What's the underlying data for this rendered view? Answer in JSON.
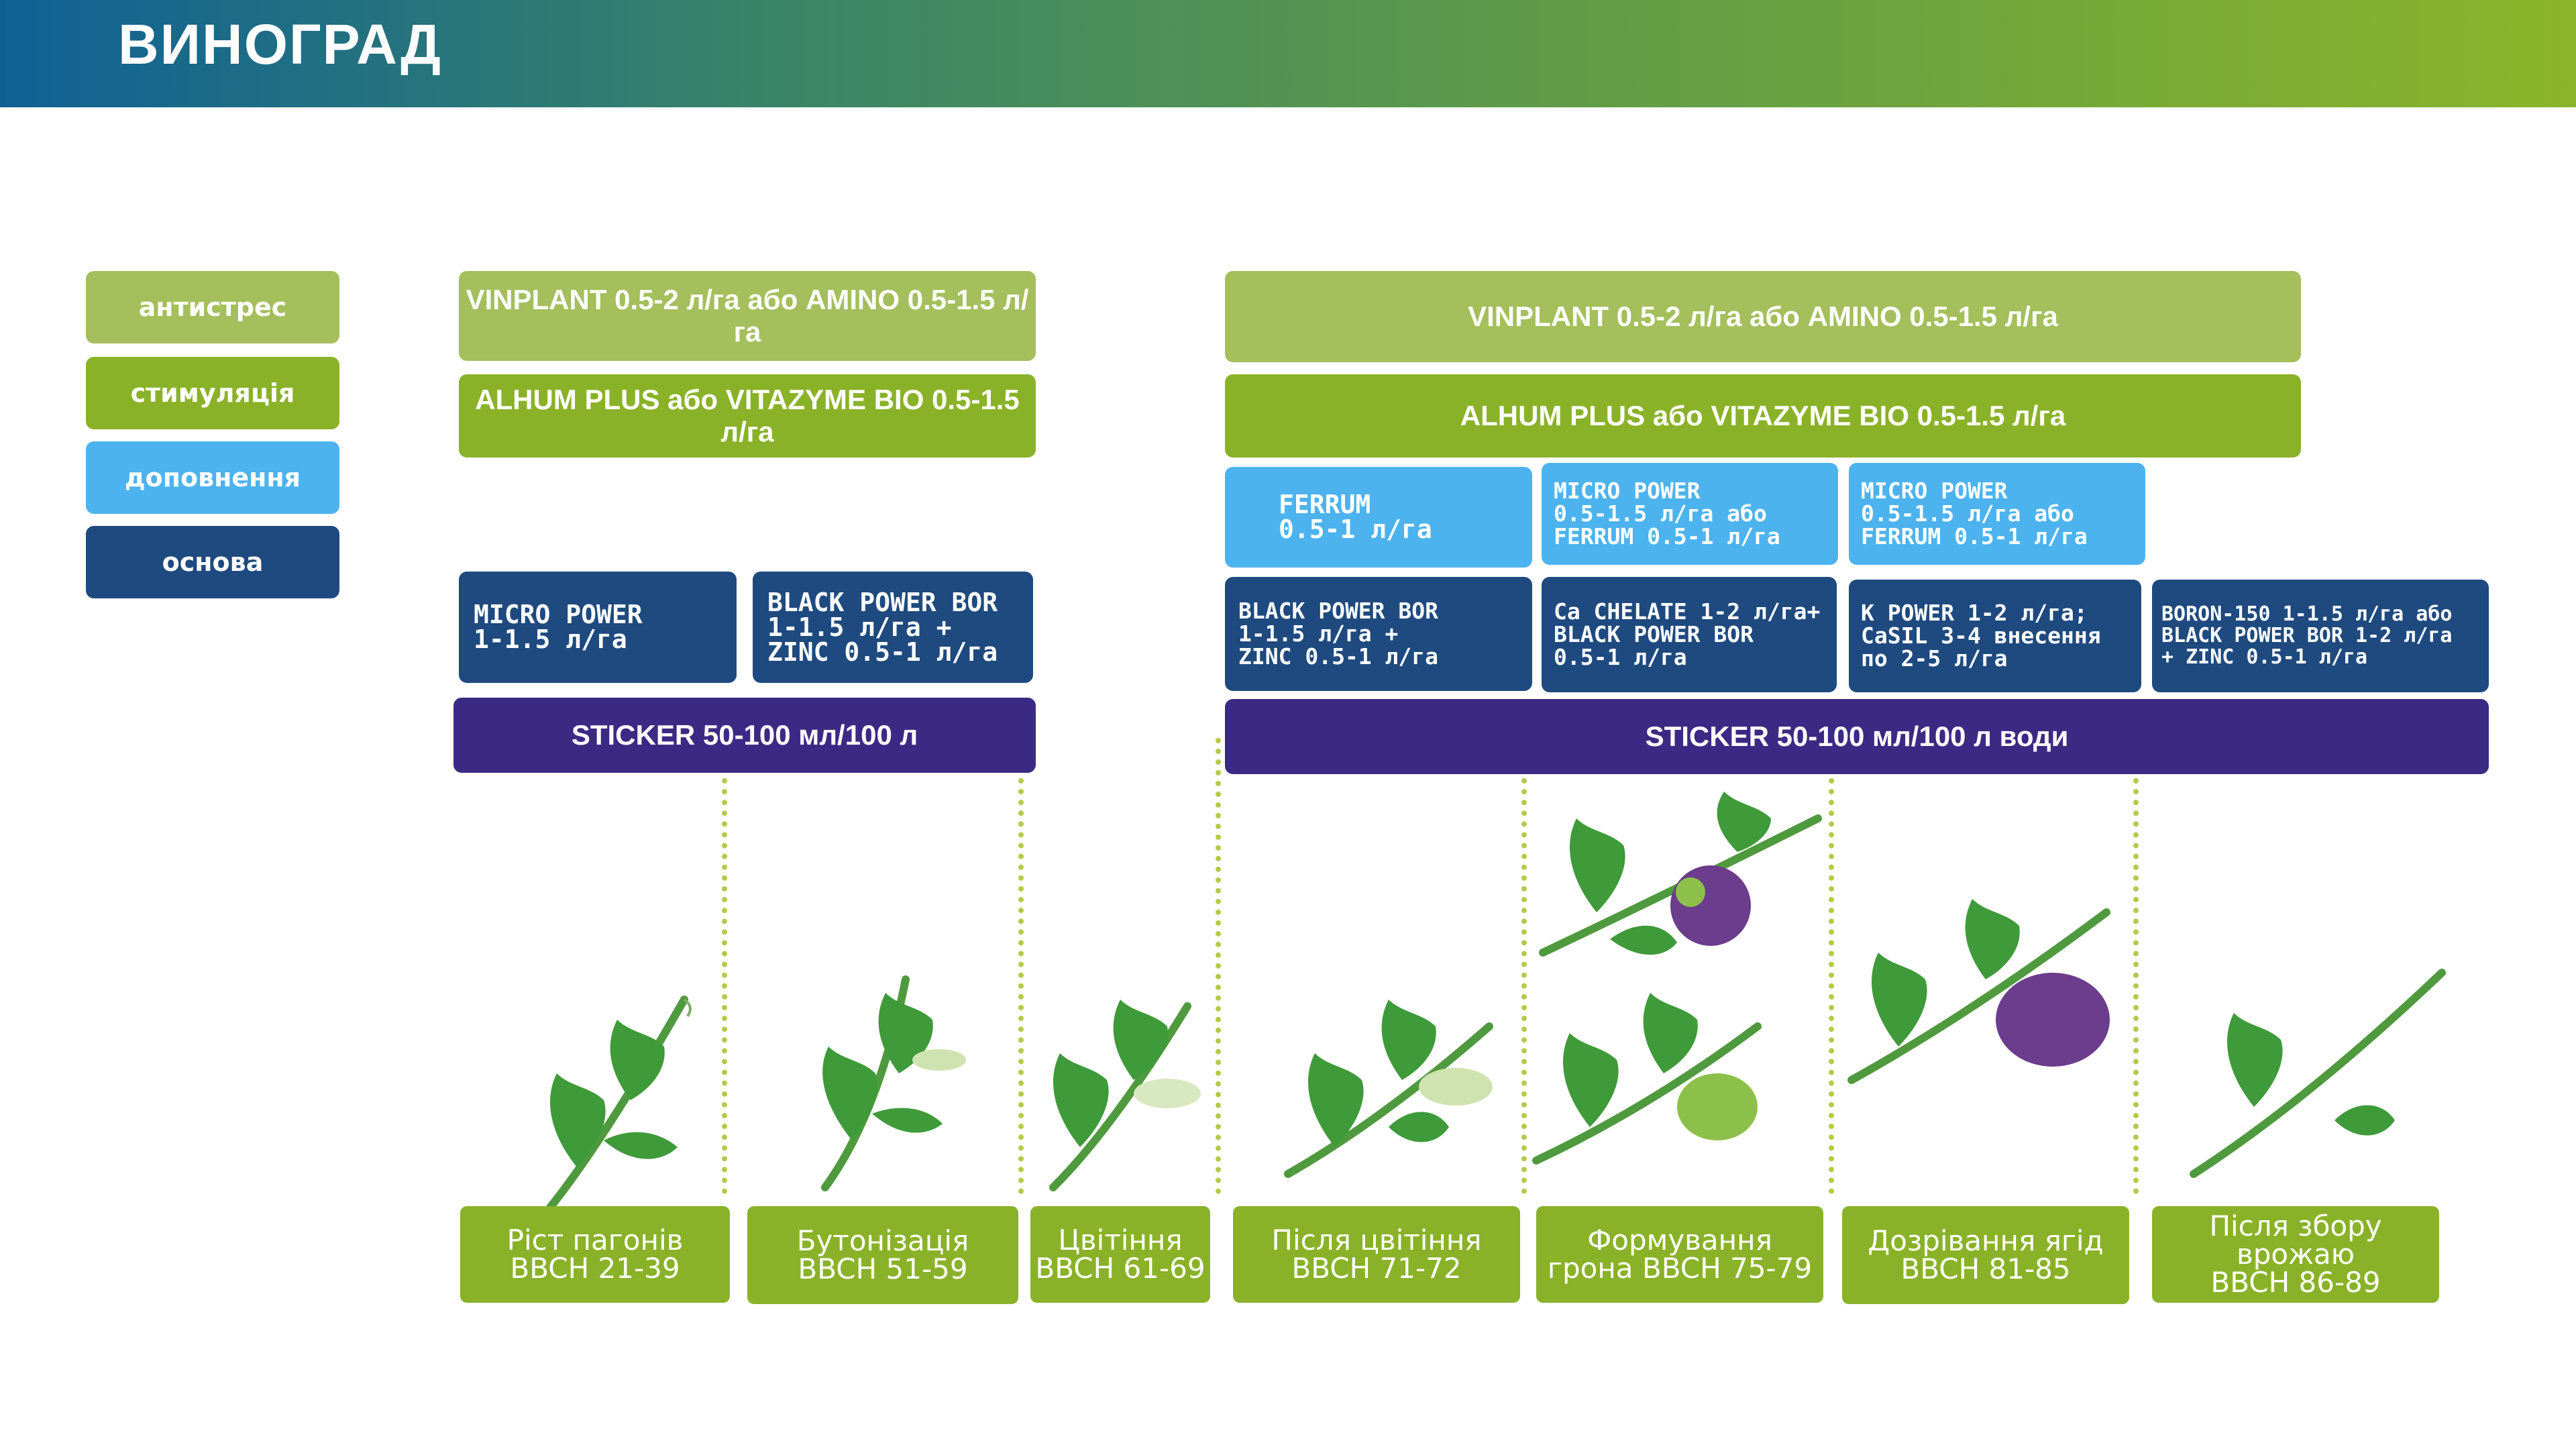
{
  "header": {
    "title": "ВИНОГРАД"
  },
  "legend": [
    {
      "label": "антистрес"
    },
    {
      "label": "стимуляція"
    },
    {
      "label": "доповнення"
    },
    {
      "label": "основа"
    }
  ],
  "left": {
    "antistress": "VINPLANT 0.5-2 л/га або AMINO 0.5-1.5 л/га",
    "stimulation": "ALHUM PLUS або VITAZYME BIO 0.5-1.5 л/га",
    "base_1": "MICRO POWER\n1-1.5 л/га",
    "base_2": "BLACK POWER BOR\n1-1.5 л/га +\nZINC 0.5-1 л/га",
    "sticker": "STICKER 50-100 мл/100 л"
  },
  "right": {
    "antistress": "VINPLANT 0.5-2 л/га або AMINO 0.5-1.5 л/га",
    "stimulation": "ALHUM PLUS або VITAZYME BIO 0.5-1.5 л/га",
    "supp_1": "FERRUM\n0.5-1 л/га",
    "supp_2": "MICRO POWER\n0.5-1.5 л/га або\nFERRUM 0.5-1 л/га",
    "supp_3": "MICRO POWER\n0.5-1.5 л/га або\nFERRUM 0.5-1 л/га",
    "base_1": "BLACK POWER BOR\n1-1.5 л/га +\nZINC 0.5-1 л/га",
    "base_2": "Ca CHELATE 1-2 л/га+\nBLACK POWER BOR\n0.5-1 л/га",
    "base_3": "K POWER 1-2 л/га;\nCaSIL 3-4 внесення\nпо 2-5 л/га",
    "base_4": "BORON-150 1-1.5 л/га або\nBLACK POWER BOR 1-2 л/га\n+ ZINC 0.5-1 л/га",
    "sticker": "STICKER 50-100 мл/100 л води"
  },
  "stages": [
    {
      "label": "Ріст пагонів\nBBCH 21-39"
    },
    {
      "label": "Бутонізація\nBBCH 51-59"
    },
    {
      "label": "Цвітіння\nBBCH 61-69"
    },
    {
      "label": "Після цвітіння\nBBCH 71-72"
    },
    {
      "label": "Формування\nгрона BBCH 75-79"
    },
    {
      "label": "Дозрівання ягід\nBBCH 81-85"
    },
    {
      "label": "Після збору врожаю\nBBCH 86-89"
    }
  ],
  "colors": {
    "antistress": "#a4bf5b",
    "stimulation": "#8ab228",
    "supplement": "#4cb3ee",
    "base": "#1e4a7f",
    "sticker": "#3b2a84",
    "leaf": "#3f9a3a",
    "grape_purple": "#6b3d8c",
    "grape_green": "#8dc04a"
  }
}
